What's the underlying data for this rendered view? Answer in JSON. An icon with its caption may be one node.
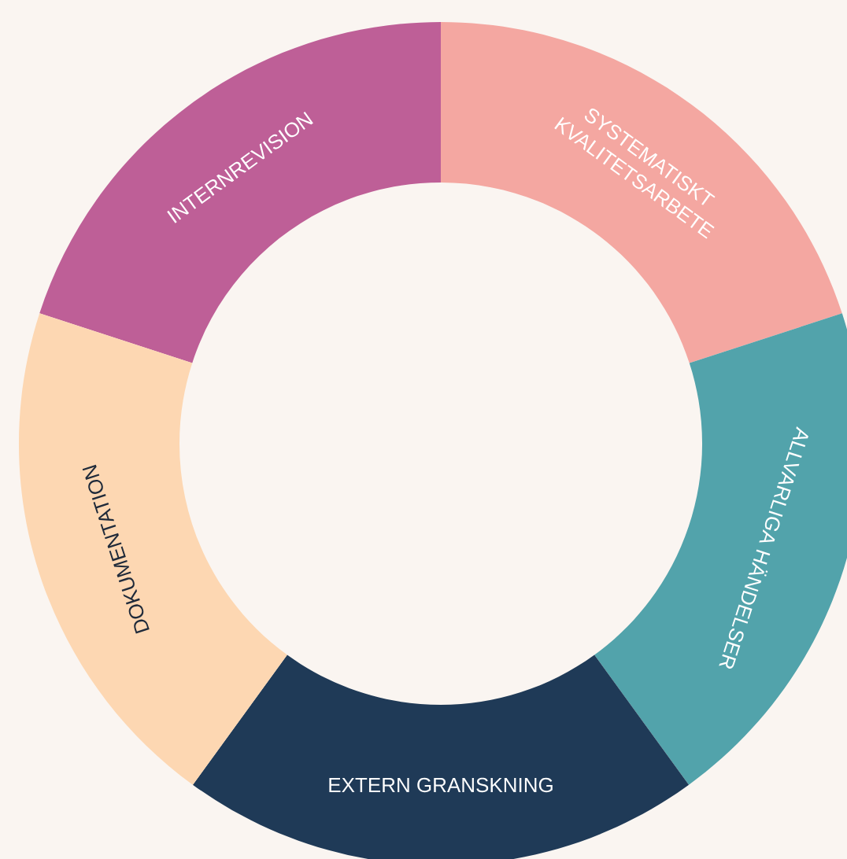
{
  "diagram": {
    "nodes": [
      {
        "text": [
          "INTERNREVISION"
        ]
      },
      {
        "text": [
          "SYSTEMATISKT KVALITETSARBETE"
        ]
      },
      {
        "text": [
          "ALLVARLIGA HÄNDELSER"
        ]
      },
      {
        "text": [
          "EXTERN GRANSKNING"
        ]
      },
      {
        "text": [
          "DOKUMENTATION"
        ]
      }
    ]
  }
}
